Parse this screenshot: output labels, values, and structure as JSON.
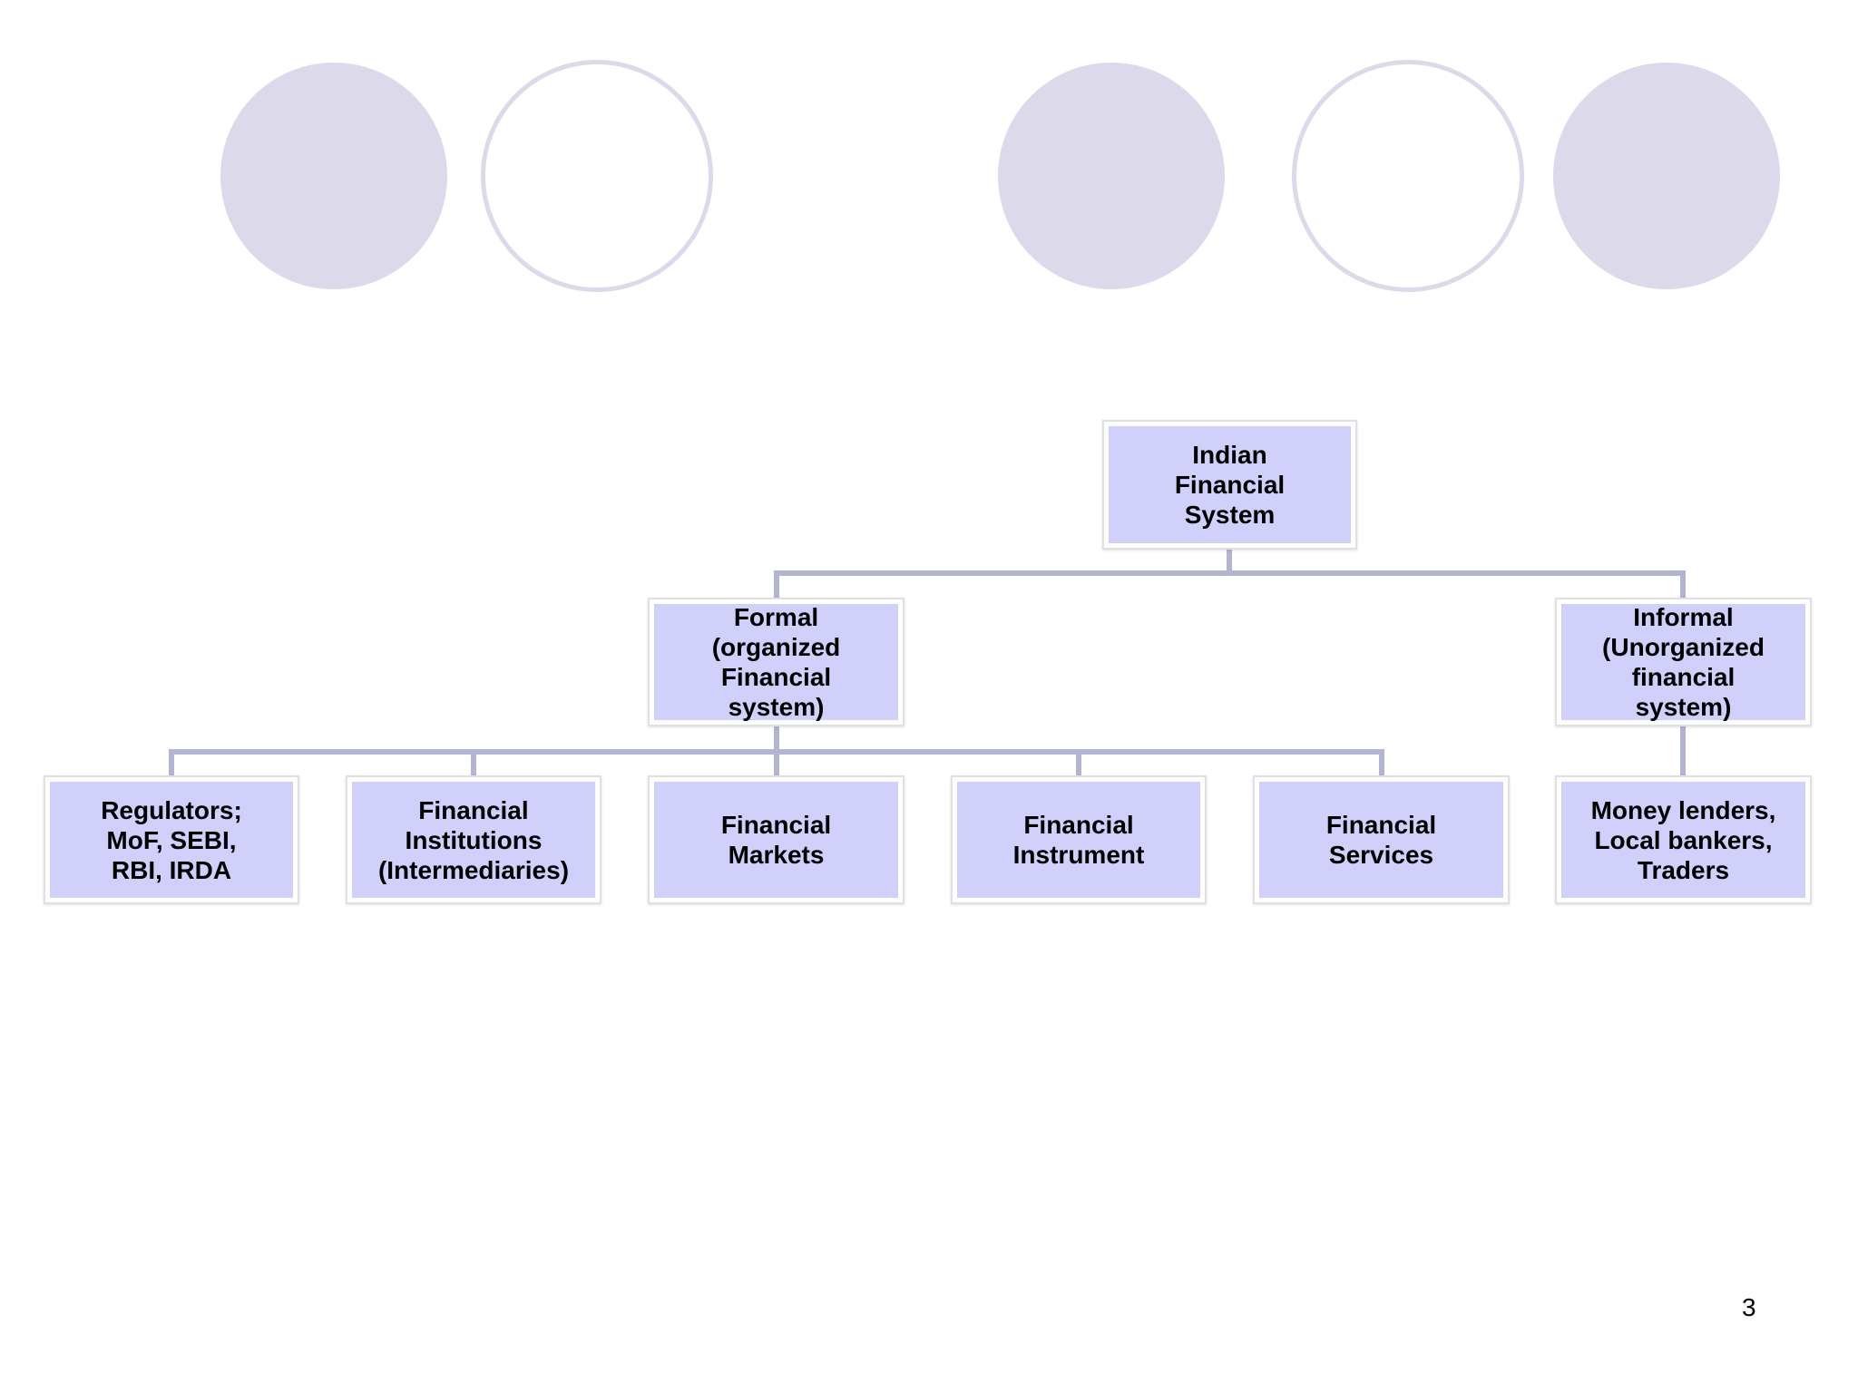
{
  "diagram": {
    "root": {
      "label": "Indian\nFinancial\nSystem"
    },
    "level1": [
      {
        "label": "Formal\n(organized\nFinancial\nsystem)"
      },
      {
        "label": "Informal\n(Unorganized\nfinancial\nsystem)"
      }
    ],
    "level2": [
      {
        "label": "Regulators;\nMoF, SEBI,\nRBI, IRDA"
      },
      {
        "label": "Financial\nInstitutions\n(Intermediaries)"
      },
      {
        "label": "Financial\nMarkets"
      },
      {
        "label": "Financial\nInstrument"
      },
      {
        "label": "Financial\nServices"
      },
      {
        "label": "Money lenders,\nLocal bankers,\nTraders"
      }
    ]
  },
  "footer": {
    "page_number": "3"
  },
  "colors": {
    "node_fill": "#d1d0fb",
    "connector": "#b3b3d4",
    "decor_circle": "#dcdaea"
  }
}
